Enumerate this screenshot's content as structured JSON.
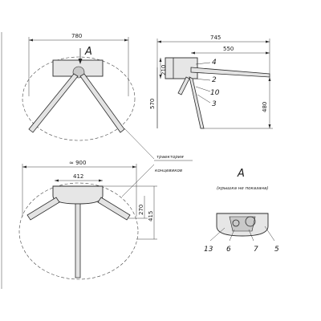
{
  "dimensions": {
    "top_width": "780",
    "total_width": "745",
    "arm_length": "550",
    "body_height": "210",
    "height_570": "570",
    "height_480": "480",
    "span_900": "≈ 900",
    "body_412": "412",
    "height_270": "270",
    "height_415": "415"
  },
  "labels": {
    "view_arrow": "A",
    "view_title": "A",
    "view_note": "(крышка не показана)",
    "trajectory": "траектория",
    "limit_switch": "концевиков",
    "part_4": "4",
    "part_2": "2",
    "part_10": "10",
    "part_3": "3",
    "part_13": "13",
    "part_6": "6",
    "part_7": "7",
    "part_5": "5"
  },
  "colors": {
    "line": "#2a2a2a",
    "fill": "#e3e3e3"
  }
}
